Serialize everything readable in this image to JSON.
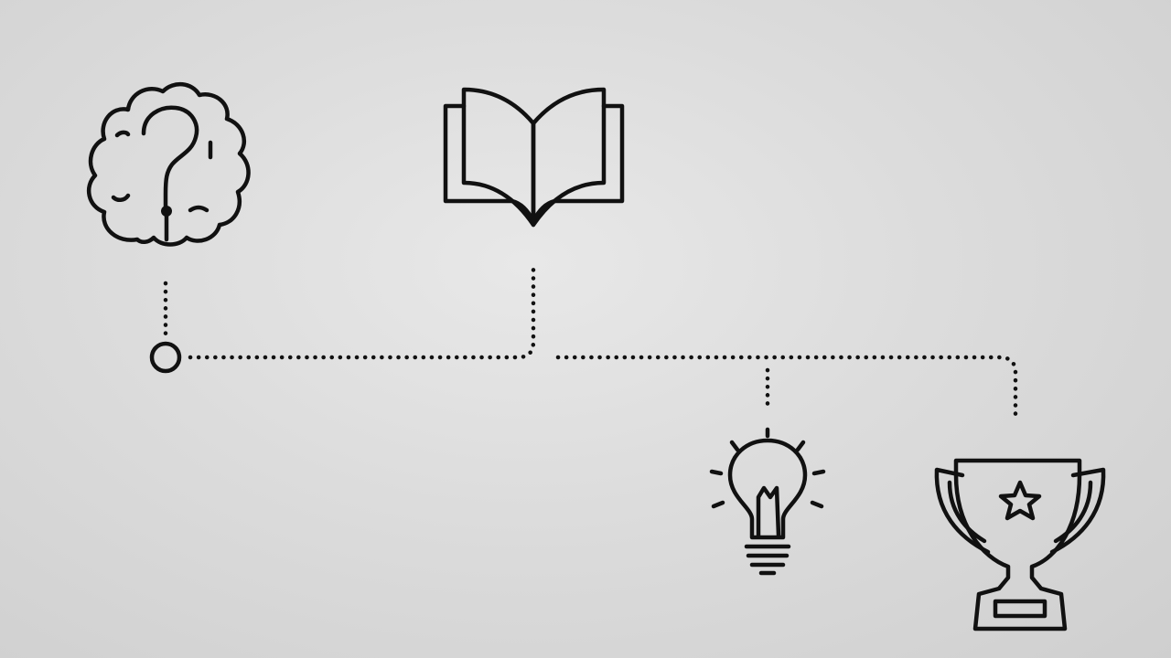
{
  "diagram": {
    "type": "icon-timeline",
    "stroke_color": "#111111",
    "background_color": "#dcdcdc",
    "start_marker": "circle",
    "nodes": [
      {
        "id": "brain",
        "icon": "brain-question-icon",
        "label": ""
      },
      {
        "id": "book",
        "icon": "open-book-icon",
        "label": ""
      },
      {
        "id": "bulb",
        "icon": "lightbulb-icon",
        "label": ""
      },
      {
        "id": "trophy",
        "icon": "trophy-star-icon",
        "label": ""
      }
    ]
  }
}
